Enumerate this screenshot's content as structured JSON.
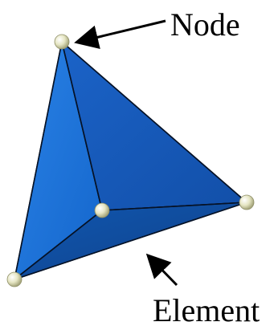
{
  "labels": {
    "node": "Node",
    "element": "Element"
  },
  "colors": {
    "face_left": "#1a6fd4",
    "face_right": "#1557b8",
    "face_bottom": "#0f4a99",
    "edge": "#0a1a33",
    "node_fill": "#e8e8c8",
    "node_stroke": "#a8a880",
    "text": "#000000"
  },
  "icons": {
    "node_marker": "sphere",
    "pointer": "arrow"
  }
}
